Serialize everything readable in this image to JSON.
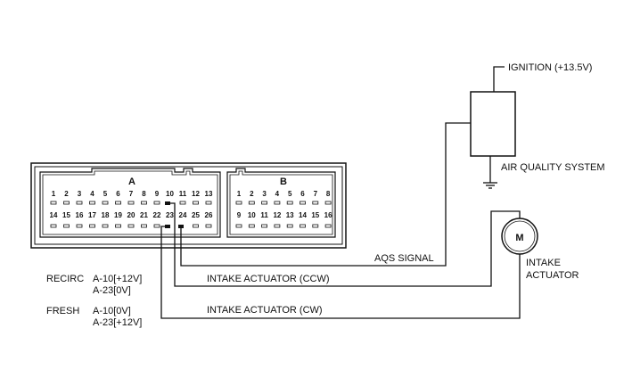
{
  "connector": {
    "a_label": "A",
    "b_label": "B",
    "a_row1": [
      "1",
      "2",
      "3",
      "4",
      "5",
      "6",
      "7",
      "8",
      "9",
      "10",
      "11",
      "12",
      "13"
    ],
    "a_row2": [
      "14",
      "15",
      "16",
      "17",
      "18",
      "19",
      "20",
      "21",
      "22",
      "23",
      "24",
      "25",
      "26"
    ],
    "b_row1": [
      "1",
      "2",
      "3",
      "4",
      "5",
      "6",
      "7",
      "8"
    ],
    "b_row2": [
      "9",
      "10",
      "11",
      "12",
      "13",
      "14",
      "15",
      "16"
    ]
  },
  "components": {
    "ignition_label": "IGNITION (+13.5V)",
    "aqs_label": "AIR QUALITY SYSTEM",
    "motor_symbol": "M",
    "actuator_label_line1": "INTAKE",
    "actuator_label_line2": "ACTUATOR"
  },
  "wires": {
    "aqs_signal": "AQS SIGNAL",
    "intake_ccw": "INTAKE ACTUATOR (CCW)",
    "intake_cw": "INTAKE ACTUATOR (CW)"
  },
  "modes": {
    "recirc_name": "RECIRC",
    "recirc_line1": "A-10[+12V]",
    "recirc_line2": "A-23[0V]",
    "fresh_name": "FRESH",
    "fresh_line1": "A-10[0V]",
    "fresh_line2": "A-23[+12V]"
  }
}
